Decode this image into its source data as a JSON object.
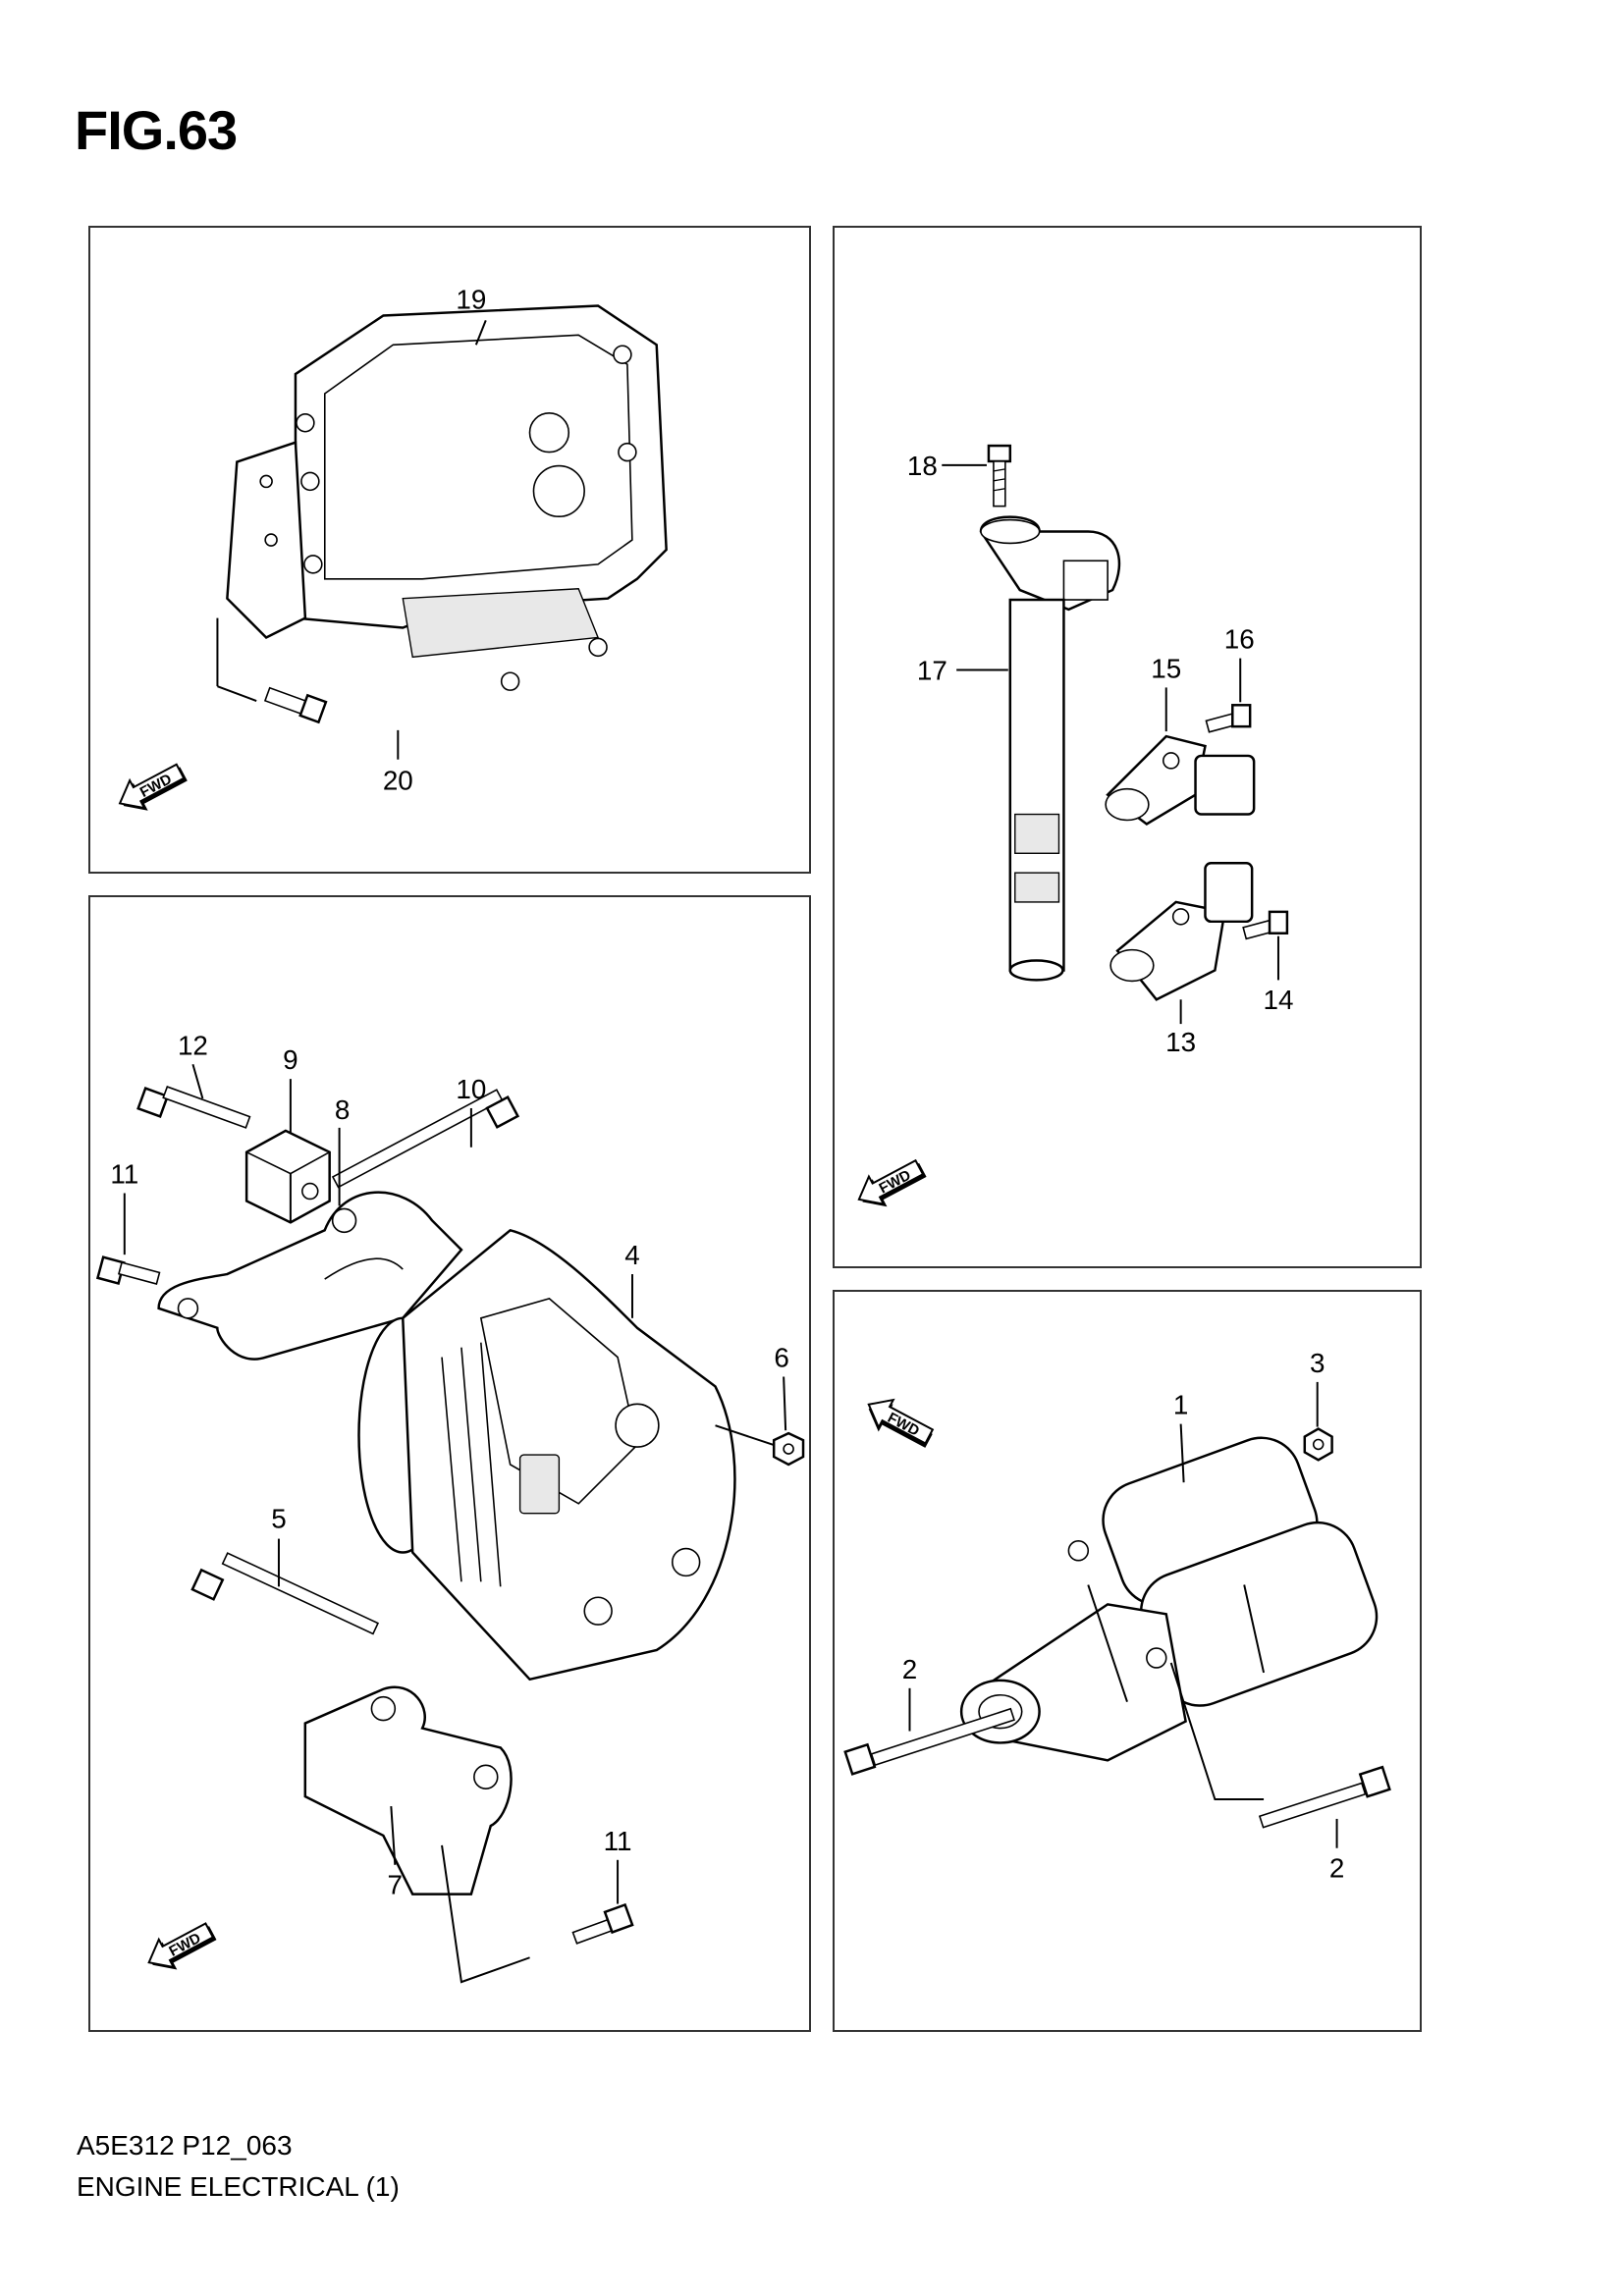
{
  "figure_title": "FIG.63",
  "panels": [
    {
      "id": "ecu",
      "callouts": [
        "19",
        "20"
      ],
      "fwd": "FWD"
    },
    {
      "id": "ignition-sensors",
      "callouts": [
        "18",
        "17",
        "16",
        "15",
        "14",
        "13"
      ],
      "fwd": "FWD"
    },
    {
      "id": "alternator",
      "callouts": [
        "12",
        "9",
        "10",
        "8",
        "11",
        "4",
        "6",
        "5",
        "7",
        "11"
      ],
      "fwd": "FWD"
    },
    {
      "id": "starter",
      "callouts": [
        "3",
        "1",
        "2",
        "2"
      ],
      "fwd": "FWD"
    }
  ],
  "footer": {
    "code": "A5E312 P12_063",
    "caption": "ENGINE ELECTRICAL (1)"
  }
}
